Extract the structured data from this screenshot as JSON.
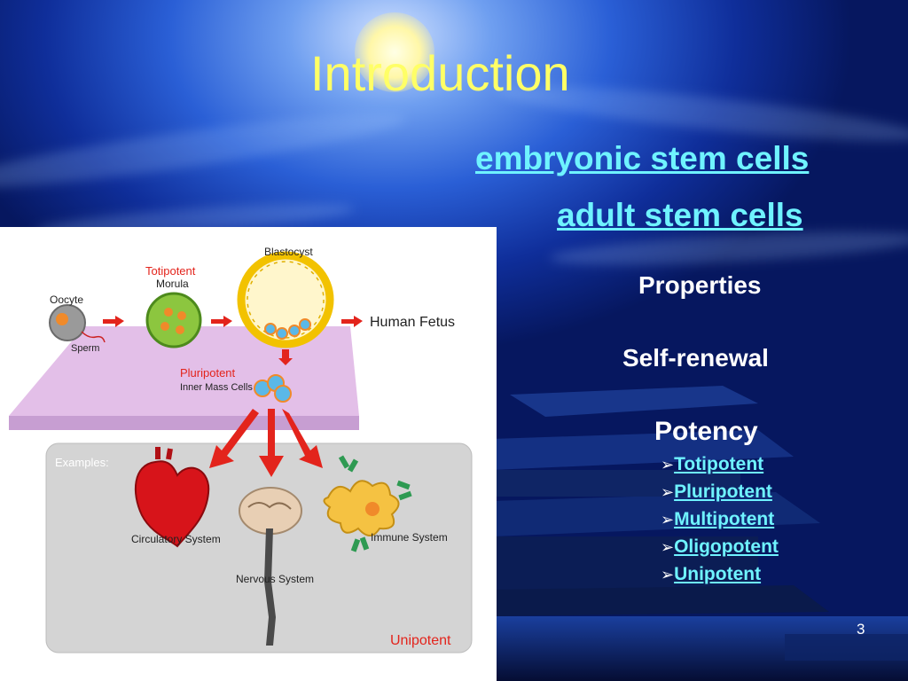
{
  "slide": {
    "title": "Introduction",
    "links": [
      "embryonic stem cells",
      "adult stem cells"
    ],
    "properties_heading": "Properties",
    "self_renewal": "Self-renewal",
    "potency_heading": "Potency",
    "potency_items": [
      "Totipotent",
      "Pluripotent",
      "Multipotent",
      "Oligopotent",
      "Unipotent"
    ],
    "bullet_glyph": "➢",
    "page_number": "3"
  },
  "figure": {
    "oocyte": "Oocyte",
    "sperm": "Sperm",
    "totipotent": "Totipotent",
    "morula": "Morula",
    "blastocyst": "Blastocyst",
    "human_fetus": "Human Fetus",
    "pluripotent": "Pluripotent",
    "inner_mass": "Inner Mass Cells",
    "examples": "Examples:",
    "circulatory": "Circulatory System",
    "nervous": "Nervous System",
    "immune": "Immune System",
    "unipotent": "Unipotent"
  },
  "colors": {
    "title": "#ffff66",
    "link": "#6ff3ff",
    "accent_red": "#e3241c",
    "body_text": "#ffffff"
  }
}
